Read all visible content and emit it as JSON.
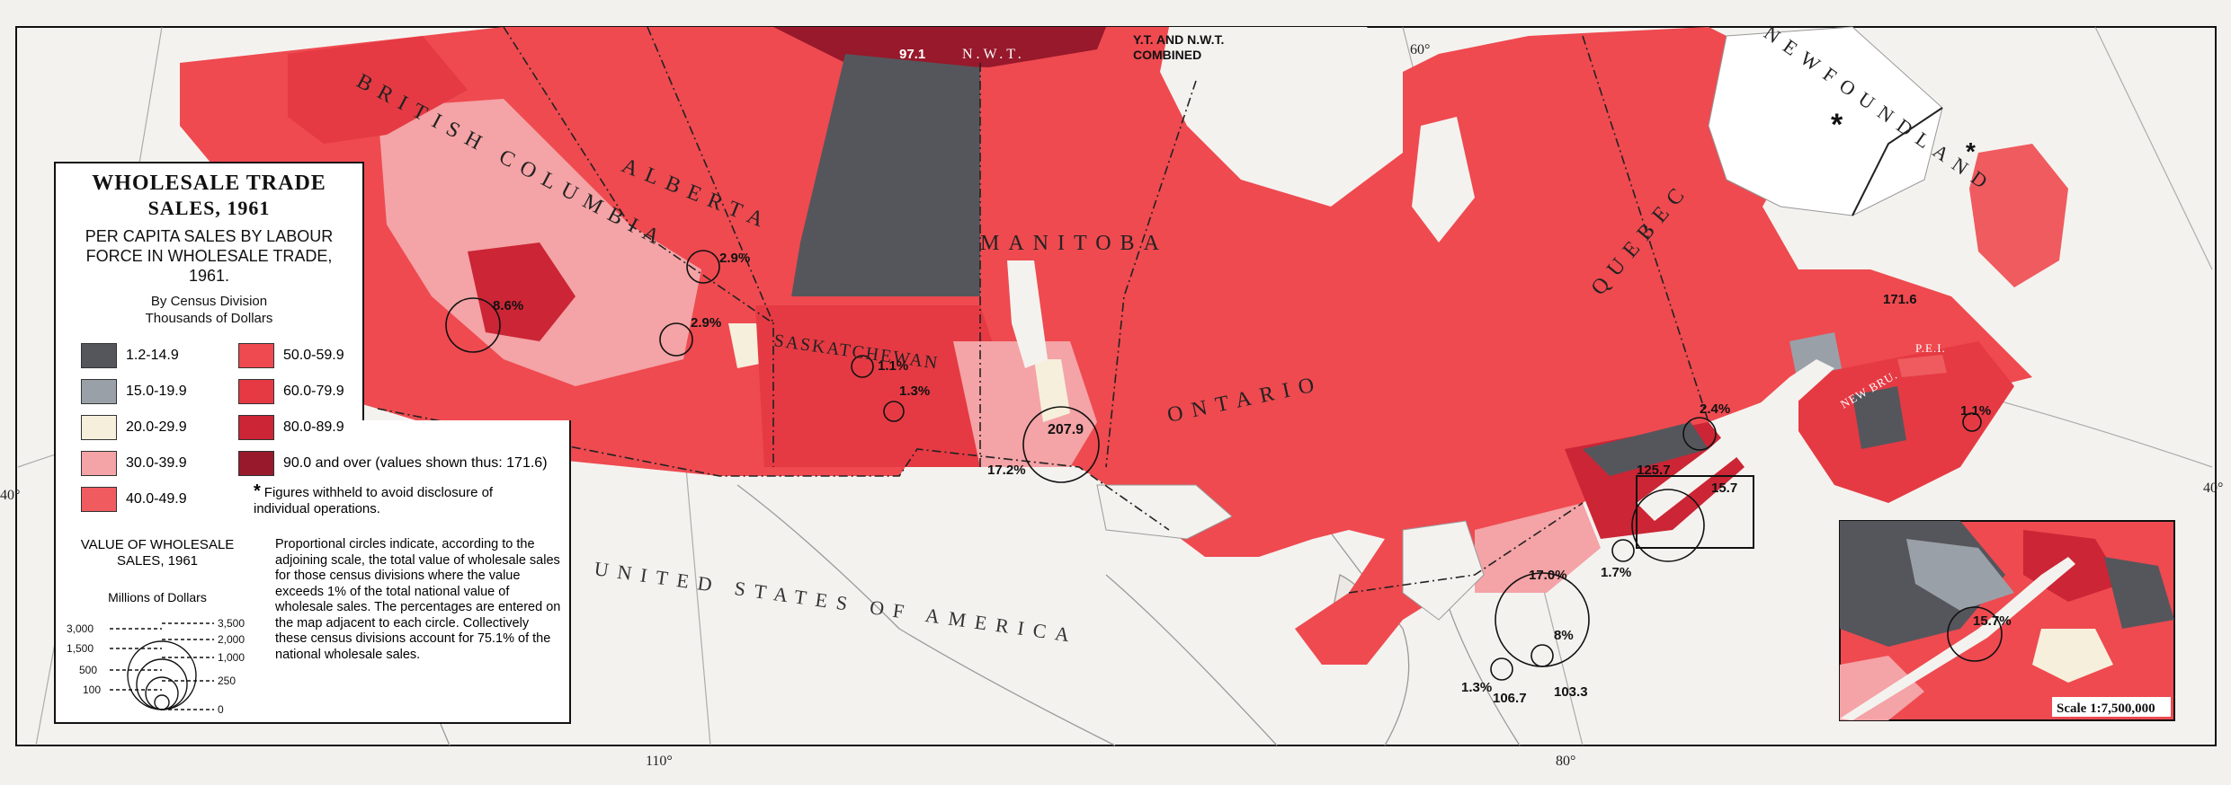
{
  "legend": {
    "title_line1": "WHOLESALE TRADE",
    "title_line2": "SALES, 1961",
    "subtitle": "PER CAPITA SALES BY LABOUR FORCE IN WHOLESALE TRADE, 1961.",
    "unit_line1": "By Census Division",
    "unit_line2": "Thousands of Dollars",
    "classes": [
      {
        "label": "1.2-14.9",
        "color": "#55565c"
      },
      {
        "label": "15.0-19.9",
        "color": "#9aa0a8"
      },
      {
        "label": "20.0-29.9",
        "color": "#f6efdc"
      },
      {
        "label": "30.0-39.9",
        "color": "#f4a3a6"
      },
      {
        "label": "40.0-49.9",
        "color": "#ef5b5f"
      },
      {
        "label": "50.0-59.9",
        "color": "#ee4a50"
      },
      {
        "label": "60.0-79.9",
        "color": "#e53a43"
      },
      {
        "label": "80.0-89.9",
        "color": "#cc2535"
      },
      {
        "label": "90.0 and over (values shown thus: 171.6)",
        "color": "#97192b"
      }
    ],
    "withheld_note": "Figures withheld to avoid disclosure of individual operations.",
    "asterisk": "*",
    "value_title": "VALUE OF WHOLESALE SALES, 1961",
    "value_unit": "Millions of Dollars",
    "scale_left": [
      "3,000",
      "1,500",
      "500",
      "100"
    ],
    "scale_right": [
      "3,500",
      "2,000",
      "1,000",
      "250",
      "0"
    ],
    "circles_note": "Proportional circles indicate, according to the adjoining scale, the total value of wholesale sales for those census divisions where the value exceeds 1% of the total national value of wholesale sales. The percentages are entered on the map adjacent to each circle. Collectively these census divisions account for 75.1% of the national wholesale sales."
  },
  "map": {
    "region_labels": {
      "british_columbia": "BRITISH COLUMBIA",
      "alberta": "ALBERTA",
      "saskatchewan": "SASKATCHEWAN",
      "manitoba": "MANITOBA",
      "ontario": "ONTARIO",
      "quebec": "QUEBEC",
      "newfoundland": "NEWFOUNDLAND",
      "nwt": "N.W.T.",
      "yt_nwt": "Y.T. AND N.W.T. COMBINED",
      "new_brunswick": "NEW BRU.",
      "pei": "P.E.I.",
      "usa": "UNITED STATES OF AMERICA"
    },
    "values": {
      "nwt": "97.1",
      "bc_vancouver": "8.6%",
      "ab_calgary": "2.9%",
      "ab_edmonton": "2.9%",
      "sk_regina": "1.1%",
      "sk_saskatoon": "1.3%",
      "mb_winnipeg_value": "207.9",
      "mb_winnipeg_pct": "17.2%",
      "on_toronto": "17.0%",
      "on_hamilton": "8%",
      "on_a": "1.3%",
      "on_b": "106.7",
      "on_c": "103.3",
      "on_ottawa": "1.7%",
      "qc_montreal_val": "125.7",
      "qc_montreal_pct": "15.7",
      "qc_quebec": "2.4%",
      "nb_val": "171.6",
      "ns_halifax": "1.1%",
      "inset_pct": "15.7%"
    },
    "degrees": {
      "top": "60°",
      "left": "40°",
      "right": "40°",
      "bottom_110": "110°",
      "bottom_80": "80°"
    },
    "inset_scale": "Scale 1:7,500,000",
    "asterisk": "*"
  }
}
